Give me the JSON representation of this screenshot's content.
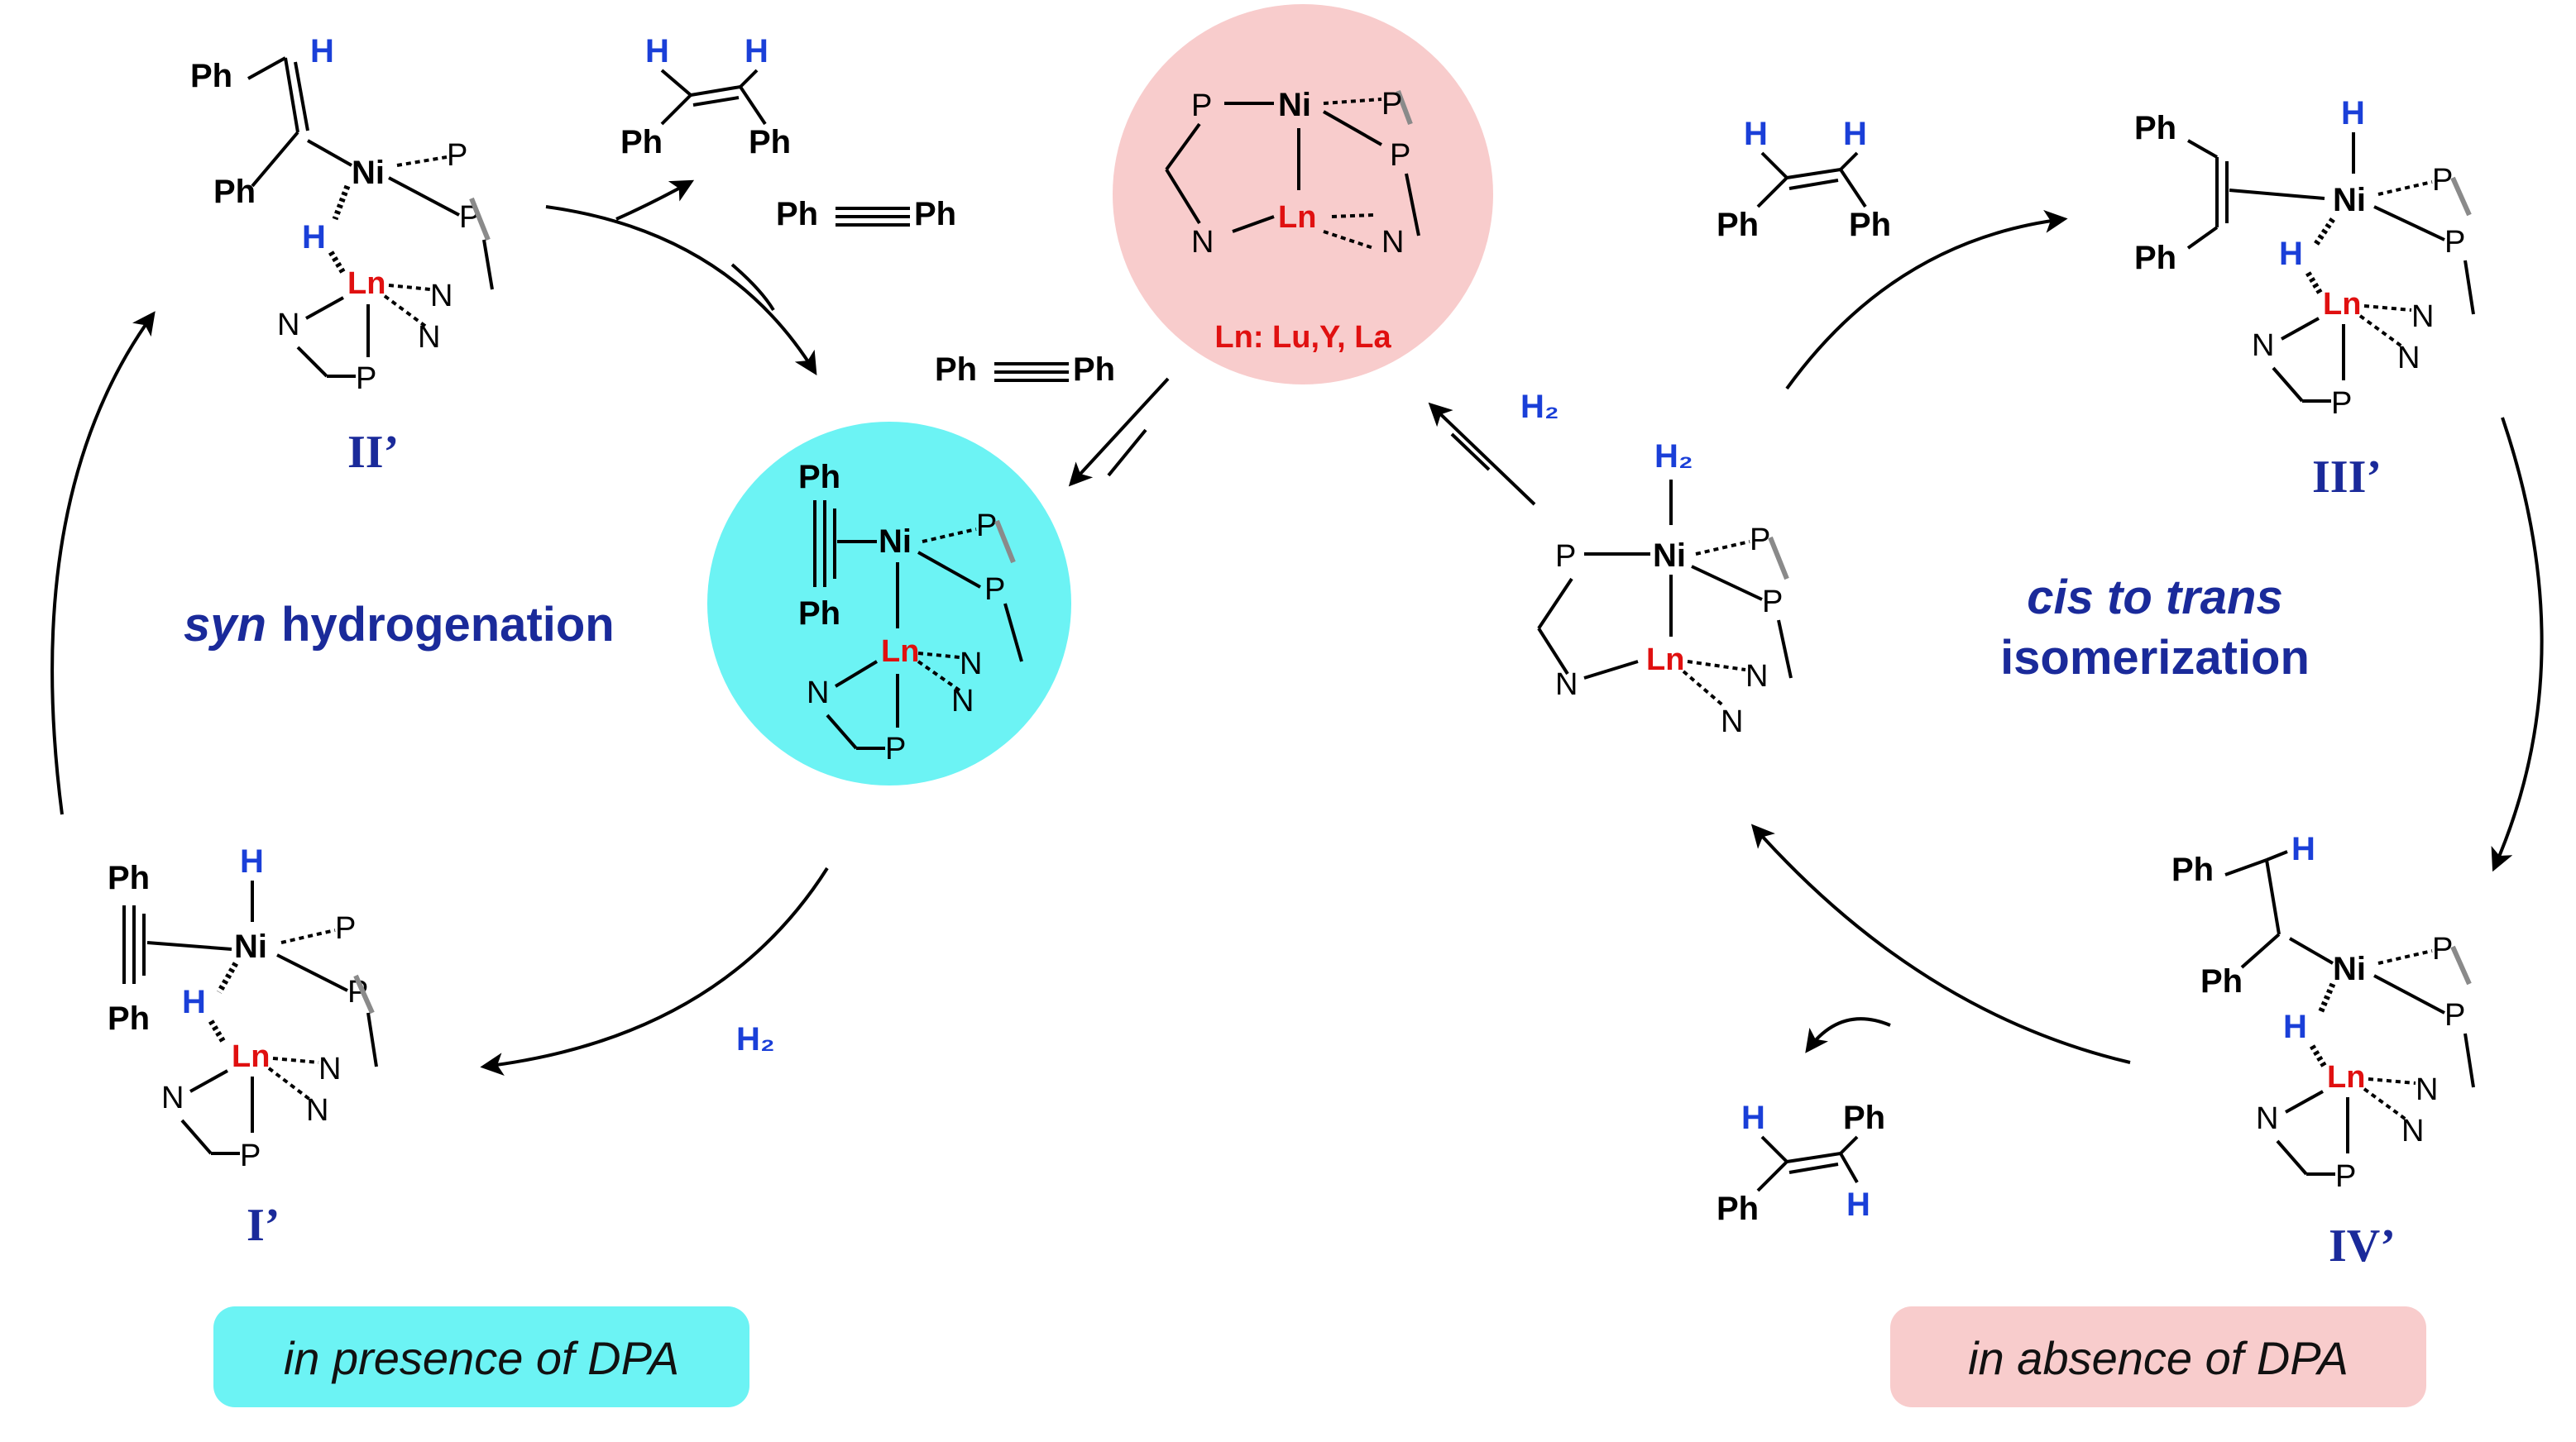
{
  "center_catalyst": {
    "atoms": {
      "p": "P",
      "ni": "Ni",
      "ln": "Ln",
      "n": "N"
    },
    "ln_series_label": "Ln: Lu,Y, La",
    "fill_color": "#f8cccc"
  },
  "left_cycle": {
    "label_italic": "syn",
    "label_rest": "hydrogenation",
    "condition_box": "in presence of DPA",
    "box_color": "#6cf3f4",
    "reagent_alkyne": {
      "left": "Ph",
      "right": "Ph"
    },
    "product_cis": {
      "h1": "H",
      "h2": "H",
      "ph1": "Ph",
      "ph2": "Ph"
    },
    "h2_label": "H₂",
    "intermediates": {
      "II": "II’",
      "I": "I’"
    }
  },
  "right_cycle": {
    "label_line1": "cis to trans",
    "label_line2": "isomerization",
    "condition_box": "in absence of DPA",
    "box_color": "#f8cccc",
    "reagent_cis": {
      "h1": "H",
      "h2": "H",
      "ph1": "Ph",
      "ph2": "Ph"
    },
    "product_trans": {
      "h1": "H",
      "h2": "H",
      "ph1": "Ph",
      "ph2": "Ph"
    },
    "h2_label": "H₂",
    "h2_ligand": "H₂",
    "intermediates": {
      "III": "III’",
      "IV": "IV’"
    }
  },
  "common": {
    "h": "H",
    "ph": "Ph",
    "p": "P",
    "n": "N",
    "ni": "Ni",
    "ln": "Ln"
  }
}
